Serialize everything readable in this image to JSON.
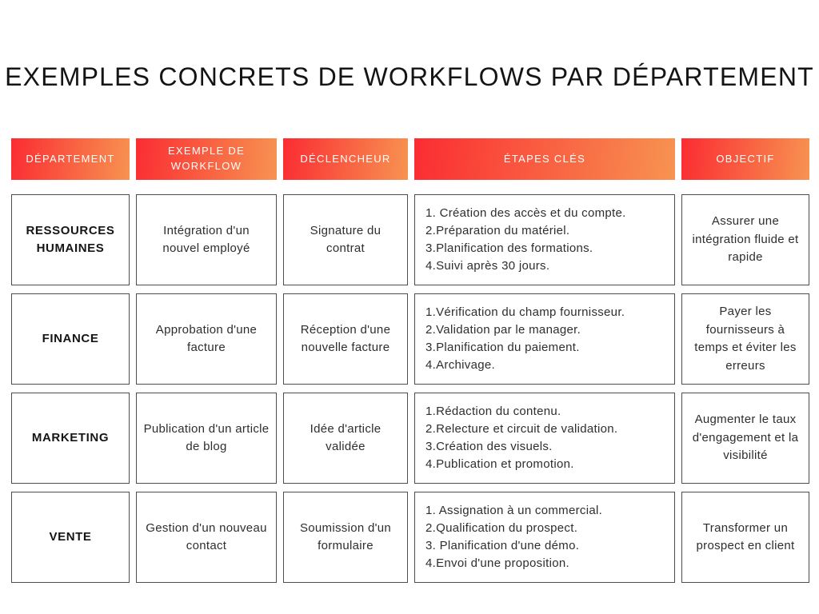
{
  "title": "EXEMPLES CONCRETS DE WORKFLOWS PAR DÉPARTEMENT",
  "colors": {
    "gradient_start": "#fb2c32",
    "gradient_end": "#f79351",
    "header_text": "#ffffff",
    "cell_border": "#4d4d4d",
    "body_text": "#2e2e2e"
  },
  "table": {
    "headers": [
      "DÉPARTEMENT",
      "EXEMPLE DE WORKFLOW",
      "DÉCLENCHEUR",
      "ÉTAPES CLÉS",
      "OBJECTIF"
    ],
    "rows": [
      {
        "department": "RESSOURCES HUMAINES",
        "workflow": "Intégration d'un nouvel employé",
        "trigger": "Signature du contrat",
        "steps": [
          "1. Création des accès et du compte.",
          "2.Préparation du matériel.",
          "3.Planification des formations.",
          "4.Suivi après 30 jours."
        ],
        "objective": "Assurer une intégration fluide et rapide"
      },
      {
        "department": "FINANCE",
        "workflow": "Approbation d'une facture",
        "trigger": "Réception d'une nouvelle facture",
        "steps": [
          "1.Vérification du champ fournisseur.",
          "2.Validation par le manager.",
          "3.Planification du paiement.",
          "4.Archivage."
        ],
        "objective": "Payer les fournisseurs à temps et éviter les erreurs"
      },
      {
        "department": "MARKETING",
        "workflow": "Publication d'un article de blog",
        "trigger": "Idée d'article validée",
        "steps": [
          "1.Rédaction du contenu.",
          "2.Relecture et circuit de validation.",
          "3.Création des visuels.",
          "4.Publication et promotion."
        ],
        "objective": "Augmenter le taux d'engagement et la visibilité"
      },
      {
        "department": "VENTE",
        "workflow": "Gestion d'un nouveau contact",
        "trigger": "Soumission d'un formulaire",
        "steps": [
          "1. Assignation à un commercial.",
          "2.Qualification du prospect.",
          "3. Planification d'une démo.",
          "4.Envoi d'une proposition."
        ],
        "objective": "Transformer un prospect en client"
      }
    ]
  }
}
